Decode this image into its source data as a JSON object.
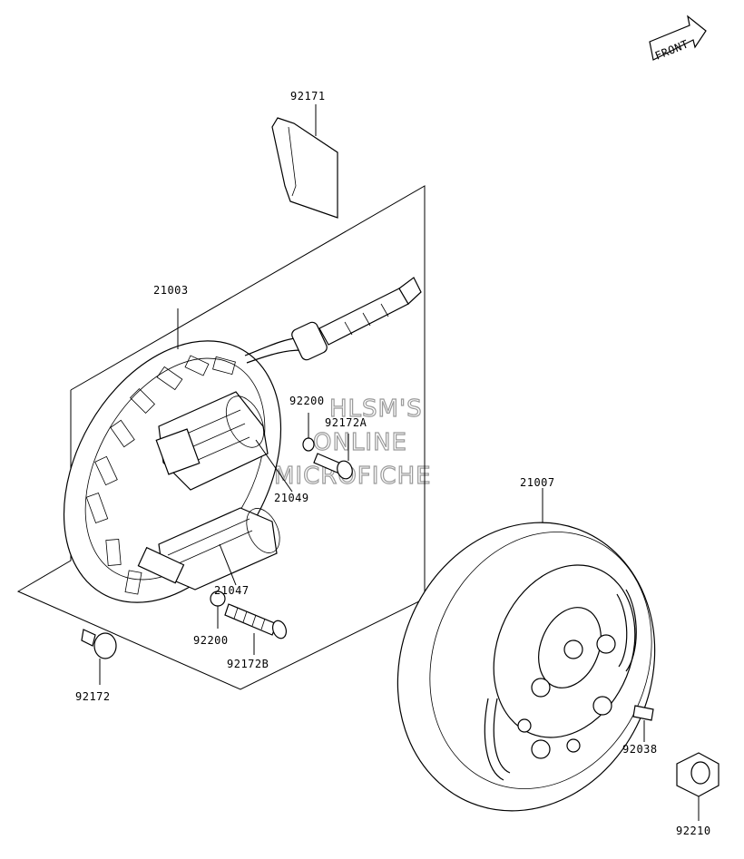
{
  "front_label": "FRONT",
  "watermark": [
    "HLSM'S",
    "ONLINE",
    "MICROFICHE"
  ],
  "parts": {
    "p92171": "92171",
    "p21003": "21003",
    "p92200a": "92200",
    "p92172a": "92172A",
    "p21049": "21049",
    "p21047": "21047",
    "p92200b": "92200",
    "p92172b": "92172B",
    "p92172": "92172",
    "p21007": "21007",
    "p92038": "92038",
    "p92210": "92210"
  }
}
